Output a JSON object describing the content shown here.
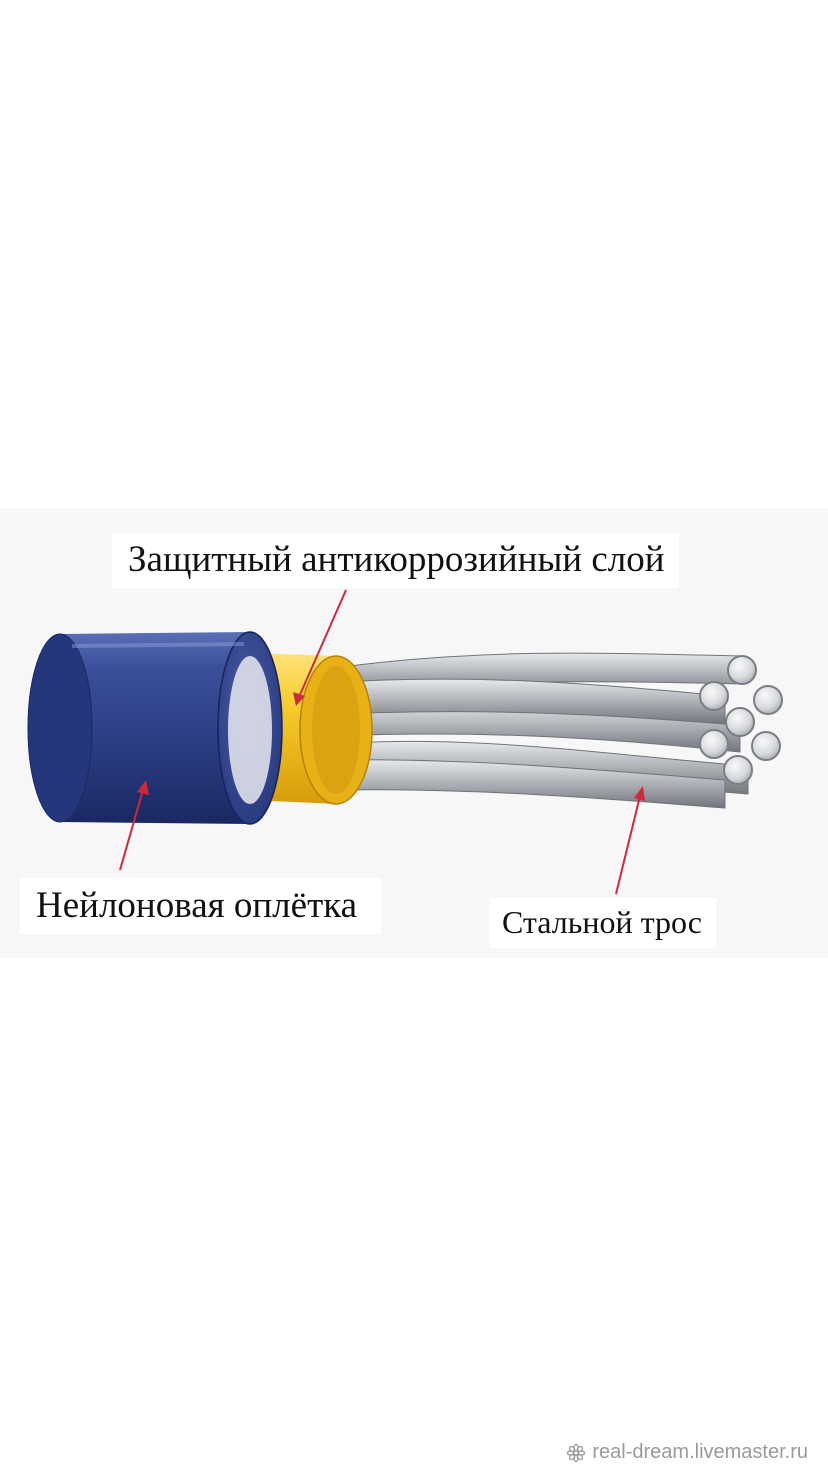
{
  "labels": {
    "coating": "Защитный антикоррозийный слой",
    "nylon": "Нейлоновая оплётка",
    "steel": "Стальной трос"
  },
  "watermark": "real-dream.livemaster.ru",
  "colors": {
    "nylon_jacket": "#2c3f86",
    "coating_layer": "#f2c21d",
    "steel_wire": "#a9acb1",
    "arrow": "#d0283a"
  },
  "icons": {
    "watermark": "flower-icon"
  }
}
